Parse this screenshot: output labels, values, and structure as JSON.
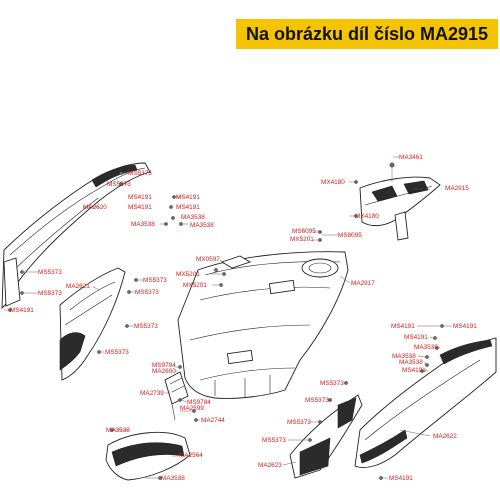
{
  "banner": {
    "text": "Na obrázku díl číslo MA2915"
  },
  "colors": {
    "banner_bg": "#f5c400",
    "label_color": "#d81b1b",
    "line_color": "#222222"
  },
  "parts": {
    "MS5373": "MS5373",
    "MS4191": "MS4191",
    "MA2620": "MA2620",
    "MA3538": "MA3538",
    "MA2621": "MA2621",
    "MX0597": "MX0597",
    "MX5201": "MX5201",
    "MA2917": "MA2917",
    "MS6095": "MS6095",
    "MS8095": "MS8095",
    "MA3461": "MA3461",
    "MX4180": "MX4180",
    "MA2915": "MA2915",
    "MS9784": "MS9784",
    "MA2600": "MA2600",
    "MA2739": "MA2739",
    "MA2599": "MA2599",
    "MA2744": "MA2744",
    "MA2564": "MA2564",
    "MA2623": "MA2623",
    "MA2622": "MA2622"
  }
}
